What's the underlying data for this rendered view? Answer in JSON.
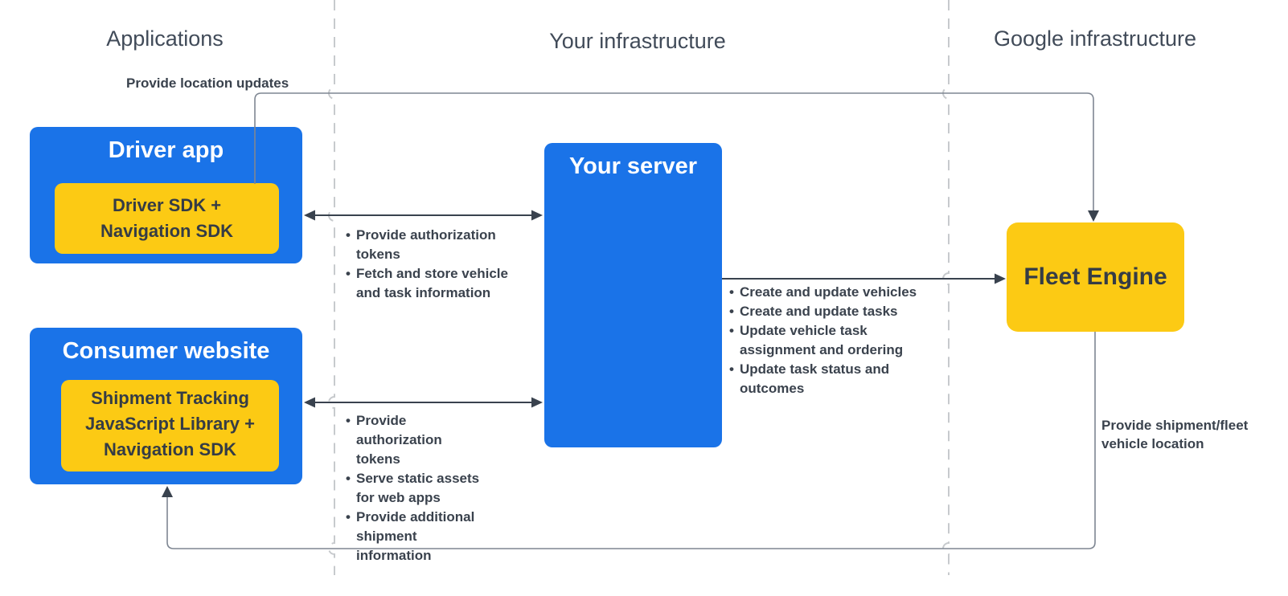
{
  "columns": {
    "applications": "Applications",
    "your_infrastructure": "Your infrastructure",
    "google_infrastructure": "Google infrastructure"
  },
  "nodes": {
    "driver_app": {
      "title": "Driver app",
      "inner": {
        "lines": [
          "Driver SDK +",
          "Navigation SDK"
        ]
      }
    },
    "consumer_website": {
      "title": "Consumer website",
      "inner": {
        "lines": [
          "Shipment Tracking",
          "JavaScript Library +",
          "Navigation SDK"
        ]
      }
    },
    "your_server": {
      "title": "Your server"
    },
    "fleet_engine": {
      "title": "Fleet Engine"
    }
  },
  "labels": {
    "provide_location_updates": "Provide location updates",
    "provide_shipment_lines": [
      "Provide shipment/fleet",
      "vehicle location"
    ]
  },
  "lists": {
    "driver_to_server": [
      "Provide authorization tokens",
      "Fetch and store vehicle and task information"
    ],
    "website_to_server": [
      "Provide authorization tokens",
      "Serve static assets for web apps",
      "Provide additional shipment information"
    ],
    "server_to_fleet": [
      "Create and update vehicles",
      "Create and update tasks",
      "Update vehicle task assignment and ordering",
      "Update task status and outcomes"
    ]
  },
  "colors": {
    "node_blue": "#1a73e8",
    "node_yellow": "#fcca14",
    "text_on_blue": "#ffffff",
    "text_dark": "#353c45",
    "connector_gray": "#7e8692",
    "arrow_dark": "#39424e",
    "divider_dashed": "#c7cacd"
  }
}
